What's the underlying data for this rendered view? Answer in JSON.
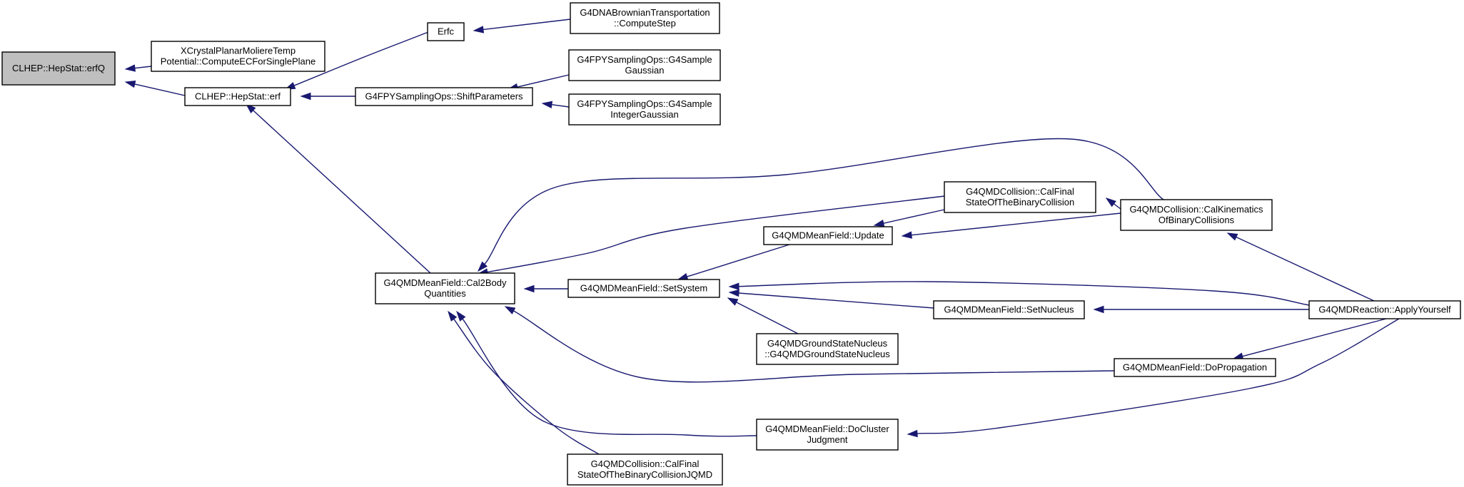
{
  "graph": {
    "edge_color": "#191970",
    "root_fill": "#bfbfbf",
    "nodes": [
      {
        "id": "erfQ",
        "lines": [
          "CLHEP::HepStat::erfQ"
        ],
        "root": true
      },
      {
        "id": "xcrystal",
        "lines": [
          "XCrystalPlanarMoliereTemp",
          "Potential::ComputeECForSinglePlane"
        ]
      },
      {
        "id": "erf",
        "lines": [
          "CLHEP::HepStat::erf"
        ]
      },
      {
        "id": "erfc",
        "lines": [
          "Erfc"
        ]
      },
      {
        "id": "brownian",
        "lines": [
          "G4DNABrownianTransportation",
          "::ComputeStep"
        ]
      },
      {
        "id": "shift",
        "lines": [
          "G4FPYSamplingOps::ShiftParameters"
        ]
      },
      {
        "id": "gauss",
        "lines": [
          "G4FPYSamplingOps::G4Sample",
          "Gaussian"
        ]
      },
      {
        "id": "intgauss",
        "lines": [
          "G4FPYSamplingOps::G4Sample",
          "IntegerGaussian"
        ]
      },
      {
        "id": "cal2body",
        "lines": [
          "G4QMDMeanField::Cal2Body",
          "Quantities"
        ]
      },
      {
        "id": "setsystem",
        "lines": [
          "G4QMDMeanField::SetSystem"
        ]
      },
      {
        "id": "update",
        "lines": [
          "G4QMDMeanField::Update"
        ]
      },
      {
        "id": "calfinal",
        "lines": [
          "G4QMDCollision::CalFinal",
          "StateOfTheBinaryCollision"
        ]
      },
      {
        "id": "calkin",
        "lines": [
          "G4QMDCollision::CalKinematics",
          "OfBinaryCollisions"
        ]
      },
      {
        "id": "setnucleus",
        "lines": [
          "G4QMDMeanField::SetNucleus"
        ]
      },
      {
        "id": "apply",
        "lines": [
          "G4QMDReaction::ApplyYourself"
        ]
      },
      {
        "id": "groundstate",
        "lines": [
          "G4QMDGroundStateNucleus",
          "::G4QMDGroundStateNucleus"
        ]
      },
      {
        "id": "dopropagation",
        "lines": [
          "G4QMDMeanField::DoPropagation"
        ]
      },
      {
        "id": "docluster",
        "lines": [
          "G4QMDMeanField::DoCluster",
          "Judgment"
        ]
      },
      {
        "id": "calfinaljqmd",
        "lines": [
          "G4QMDCollision::CalFinal",
          "StateOfTheBinaryCollisionJQMD"
        ]
      }
    ],
    "edges": [
      {
        "from": "xcrystal",
        "to": "erfQ"
      },
      {
        "from": "erf",
        "to": "erfQ"
      },
      {
        "from": "erfc",
        "to": "erf"
      },
      {
        "from": "shift",
        "to": "erf"
      },
      {
        "from": "cal2body",
        "to": "erf"
      },
      {
        "from": "brownian",
        "to": "erfc"
      },
      {
        "from": "gauss",
        "to": "shift"
      },
      {
        "from": "intgauss",
        "to": "shift"
      },
      {
        "from": "setsystem",
        "to": "cal2body"
      },
      {
        "from": "calfinal",
        "to": "cal2body"
      },
      {
        "from": "calkin",
        "to": "cal2body"
      },
      {
        "from": "dopropagation",
        "to": "cal2body"
      },
      {
        "from": "docluster",
        "to": "cal2body"
      },
      {
        "from": "calfinaljqmd",
        "to": "cal2body"
      },
      {
        "from": "update",
        "to": "setsystem"
      },
      {
        "from": "setnucleus",
        "to": "setsystem"
      },
      {
        "from": "groundstate",
        "to": "setsystem"
      },
      {
        "from": "apply",
        "to": "setsystem"
      },
      {
        "from": "calfinal",
        "to": "update"
      },
      {
        "from": "calkin",
        "to": "update"
      },
      {
        "from": "calkin",
        "to": "calfinal"
      },
      {
        "from": "apply",
        "to": "calkin"
      },
      {
        "from": "apply",
        "to": "setnucleus"
      },
      {
        "from": "apply",
        "to": "dopropagation"
      },
      {
        "from": "apply",
        "to": "docluster"
      }
    ]
  }
}
